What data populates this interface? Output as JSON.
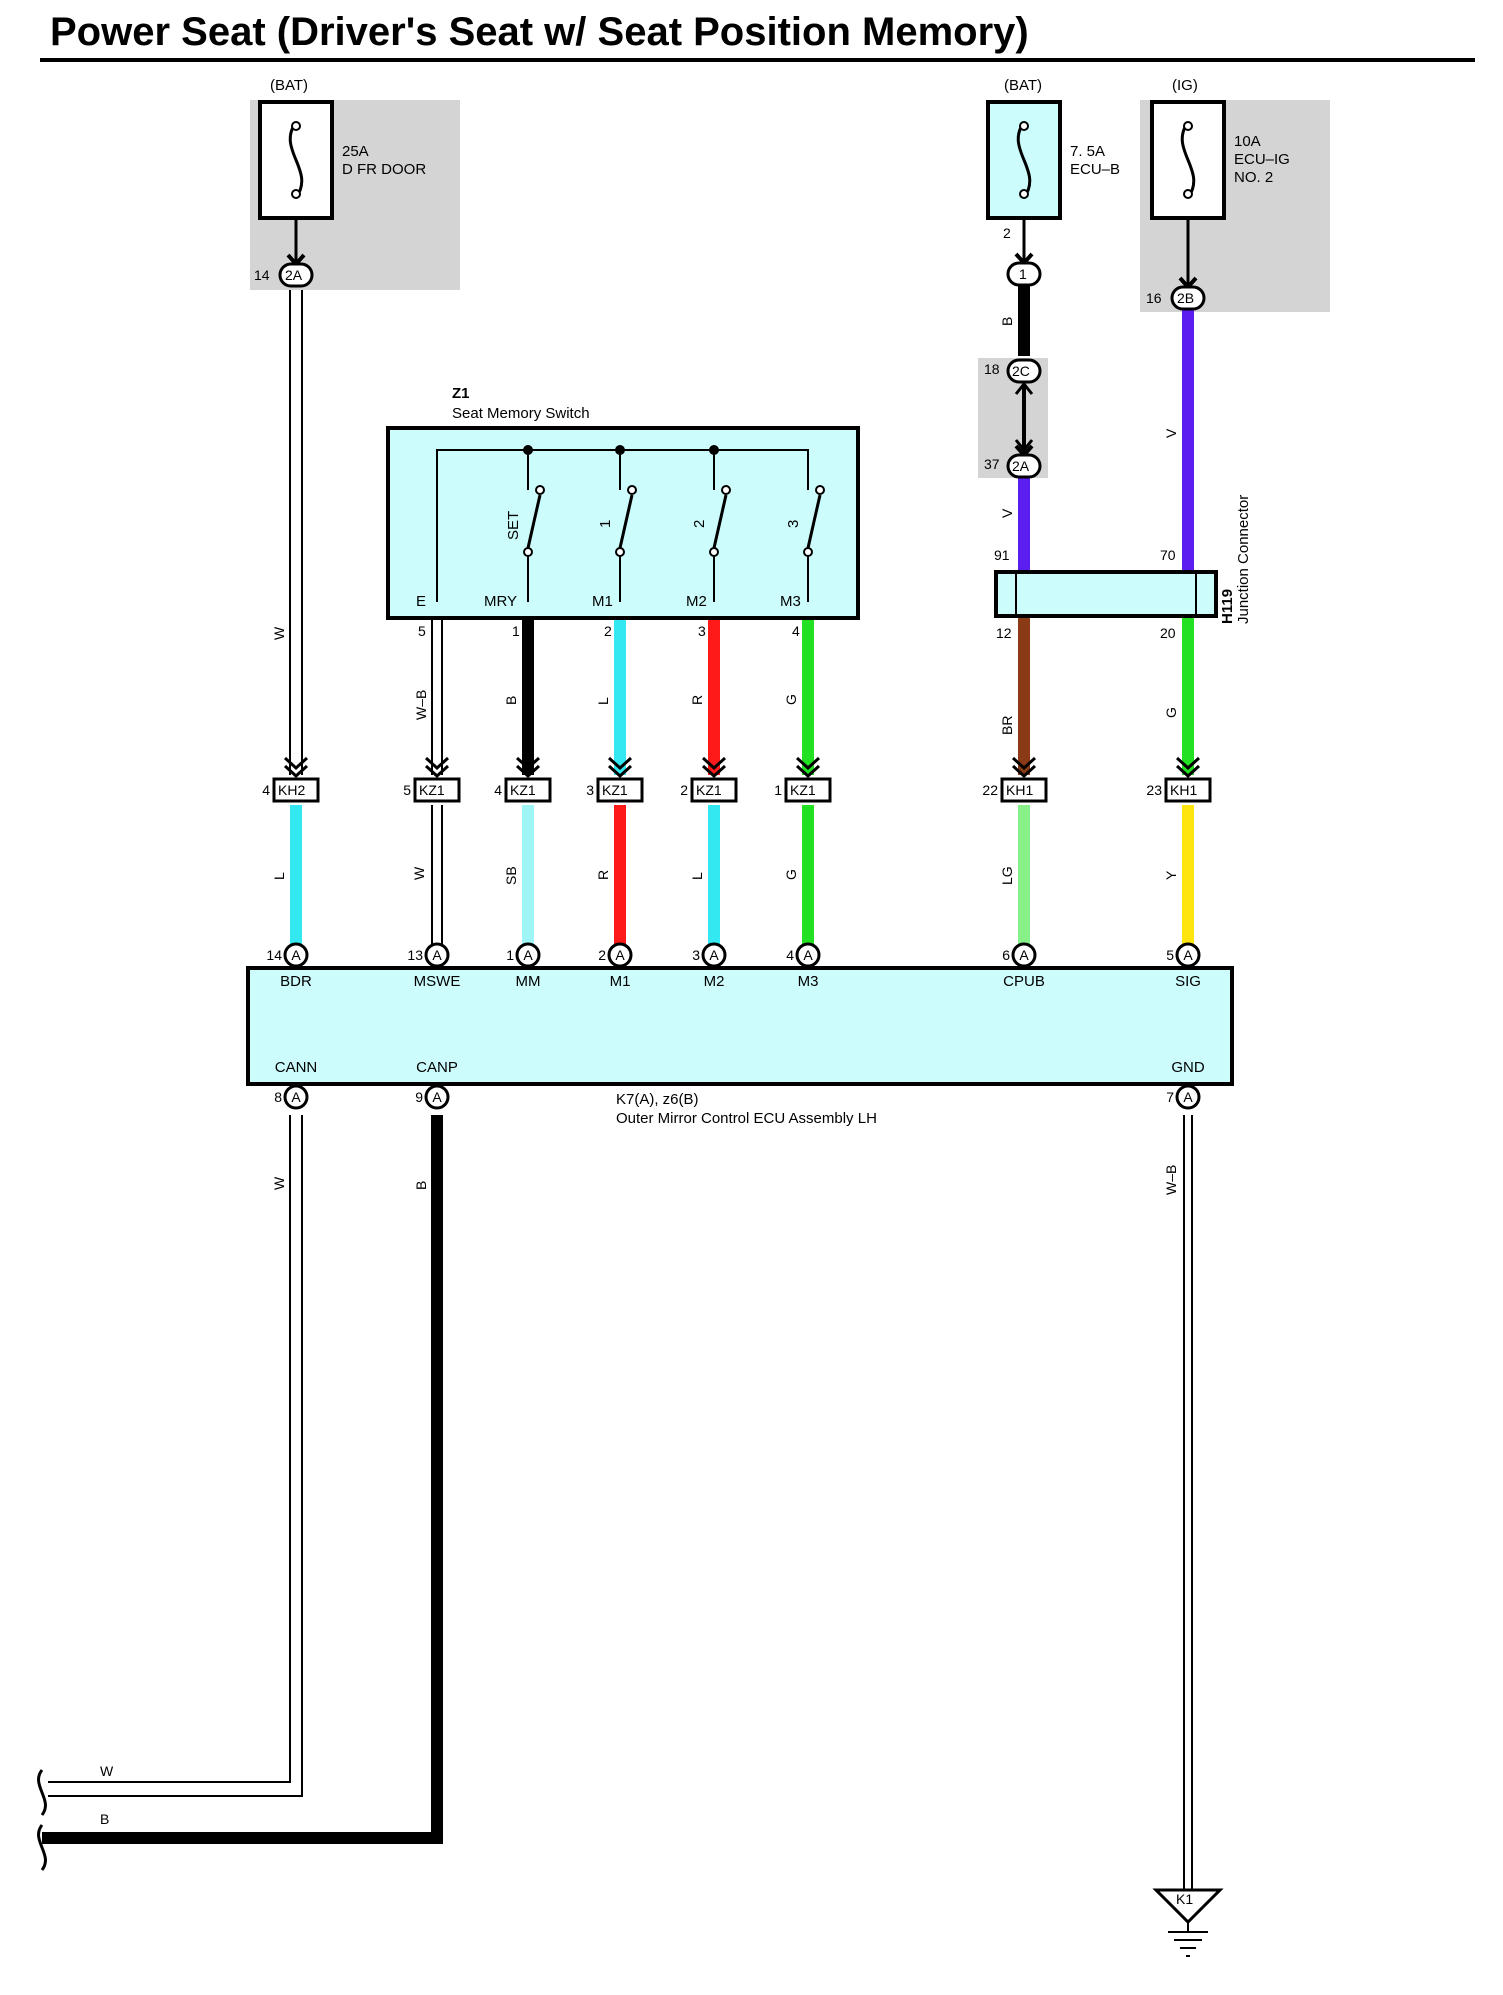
{
  "title": "Power Seat (Driver's Seat w/ Seat Position Memory)",
  "colors": {
    "W": "#ffffff",
    "B": "#000000",
    "L": "#33e8f0",
    "R": "#ff1a1a",
    "G": "#22e022",
    "SB": "#9ff5f5",
    "BR": "#8b3a17",
    "LG": "#88f088",
    "Y": "#ffe50f",
    "V": "#5a1ef0",
    "component_fill": "#ccfcfc",
    "shade": "#d4d4d4"
  },
  "fuses": [
    {
      "id": "fuse-d-fr-door",
      "supply": "(BAT)",
      "rating": "25A",
      "name": "D FR DOOR",
      "name2": "",
      "pin": "",
      "shaded": true
    },
    {
      "id": "fuse-ecu-b",
      "supply": "(BAT)",
      "rating": "7. 5A",
      "name": "ECU–B",
      "name2": "",
      "pin": "2",
      "shaded": false
    },
    {
      "id": "fuse-ecu-ig-2",
      "supply": "(IG)",
      "rating": "10A",
      "name": "ECU–IG",
      "name2": "NO. 2",
      "pin": "",
      "shaded": true
    }
  ],
  "junction_pins": [
    {
      "pin": "14",
      "conn": "2A"
    },
    {
      "pin": "",
      "conn": "1"
    },
    {
      "pin": "16",
      "conn": "2B"
    },
    {
      "pin": "18",
      "conn": "2C"
    },
    {
      "pin": "37",
      "conn": "2A"
    }
  ],
  "seat_memory_switch": {
    "ref": "Z1",
    "name": "Seat Memory Switch",
    "switches": [
      "SET",
      "1",
      "2",
      "3"
    ],
    "terminals": [
      {
        "name": "E",
        "pin": "5"
      },
      {
        "name": "MRY",
        "pin": "1"
      },
      {
        "name": "M1",
        "pin": "2"
      },
      {
        "name": "M2",
        "pin": "3"
      },
      {
        "name": "M3",
        "pin": "4"
      }
    ]
  },
  "junction_connector": {
    "ref": "H119",
    "name": "Junction Connector",
    "pins_in": [
      "91",
      "70"
    ],
    "pins_out": [
      "12",
      "20"
    ]
  },
  "connectors": [
    {
      "pin": "4",
      "name": "KH2"
    },
    {
      "pin": "5",
      "name": "KZ1"
    },
    {
      "pin": "4",
      "name": "KZ1"
    },
    {
      "pin": "3",
      "name": "KZ1"
    },
    {
      "pin": "2",
      "name": "KZ1"
    },
    {
      "pin": "1",
      "name": "KZ1"
    },
    {
      "pin": "22",
      "name": "KH1"
    },
    {
      "pin": "23",
      "name": "KH1"
    }
  ],
  "wire_labels": {
    "fuse1_down": "W",
    "swe_up": "W–B",
    "mry_up": "B",
    "m1_up": "L",
    "m2_up": "R",
    "m3_up": "G",
    "bdr_low": "L",
    "mswe_low": "W",
    "mm_low": "SB",
    "m1_low": "R",
    "m2_low": "L",
    "m3_low": "G",
    "ecub_top": "B",
    "ecub_mid": "V",
    "ecuig_up": "V",
    "cpub_up": "BR",
    "sig_up": "G",
    "cpub_low": "LG",
    "sig_low": "Y",
    "cann_down": "W",
    "canp_down": "B",
    "gnd_down": "W–B",
    "bus_w": "W",
    "bus_b": "B"
  },
  "ecu": {
    "ref": "K7(A), z6(B)",
    "name": "Outer Mirror Control ECU Assembly LH",
    "top_terminals": [
      {
        "name": "BDR",
        "pin": "14",
        "conn": "A"
      },
      {
        "name": "MSWE",
        "pin": "13",
        "conn": "A"
      },
      {
        "name": "MM",
        "pin": "1",
        "conn": "A"
      },
      {
        "name": "M1",
        "pin": "2",
        "conn": "A"
      },
      {
        "name": "M2",
        "pin": "3",
        "conn": "A"
      },
      {
        "name": "M3",
        "pin": "4",
        "conn": "A"
      },
      {
        "name": "CPUB",
        "pin": "6",
        "conn": "A"
      },
      {
        "name": "SIG",
        "pin": "5",
        "conn": "A"
      }
    ],
    "bottom_terminals": [
      {
        "name": "CANN",
        "pin": "8",
        "conn": "A"
      },
      {
        "name": "CANP",
        "pin": "9",
        "conn": "A"
      },
      {
        "name": "GND",
        "pin": "7",
        "conn": "A"
      }
    ]
  },
  "ground": {
    "name": "K1"
  }
}
